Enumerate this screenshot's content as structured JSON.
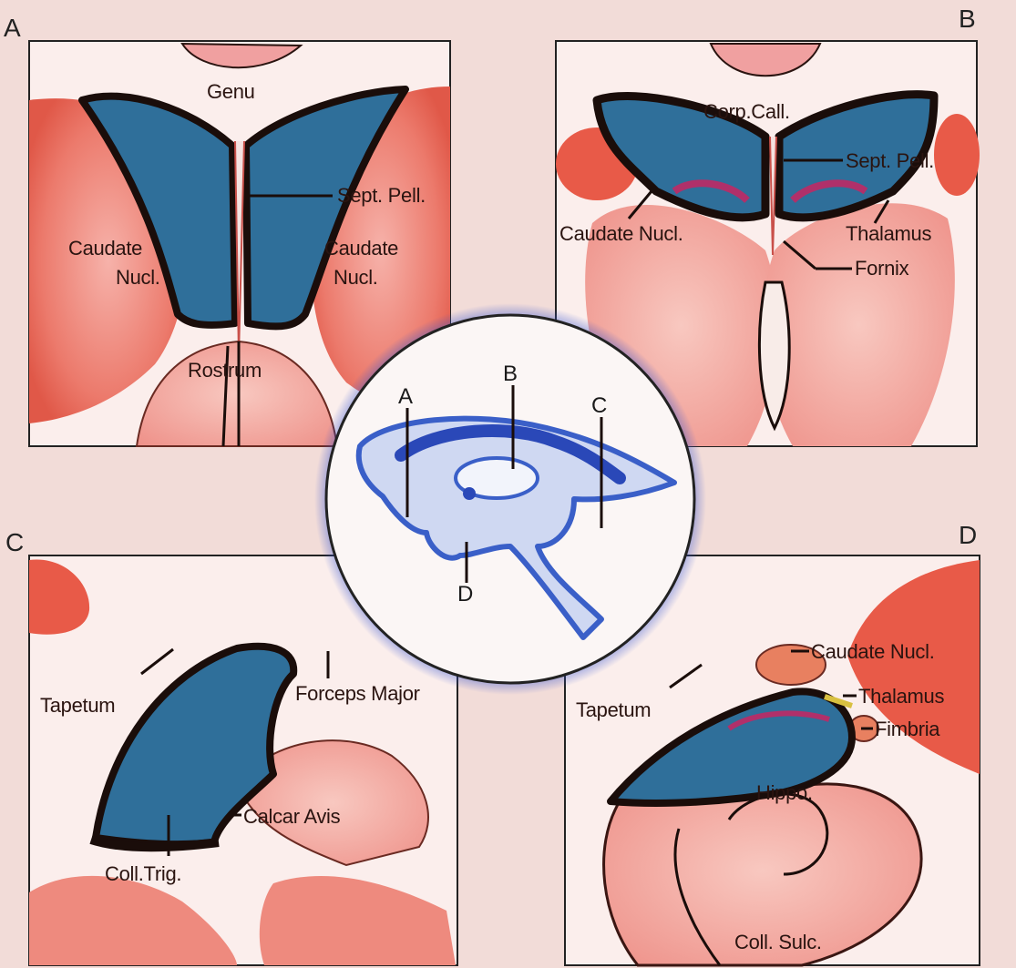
{
  "panels": {
    "a": {
      "letter": "A",
      "labels": {
        "genu": "Genu",
        "sept_pell": "Sept. Pell.",
        "caudate_left": [
          "Caudate",
          "Nucl."
        ],
        "caudate_right": [
          "Caudate",
          "Nucl."
        ],
        "rostrum": "Rostrum"
      }
    },
    "b": {
      "letter": "B",
      "labels": {
        "corp_call": "Corp.Call.",
        "sept_pell": "Sept. Pell.",
        "caudate_nucl": "Caudate Nucl.",
        "thalamus": "Thalamus",
        "fornix": "Fornix"
      }
    },
    "c": {
      "letter": "C",
      "labels": {
        "tapetum": "Tapetum",
        "forceps_major": "Forceps Major",
        "calcar_avis": "Calcar Avis",
        "coll_trig": "Coll.Trig."
      }
    },
    "d": {
      "letter": "D",
      "labels": {
        "caudate_nucl": "Caudate Nucl.",
        "thalamus": "Thalamus",
        "fimbria": "Fimbria",
        "tapetum": "Tapetum",
        "hippo": "Hippo.",
        "coll_sulc": "Coll. Sulc."
      }
    }
  },
  "inset": {
    "markers": [
      "A",
      "B",
      "C",
      "D"
    ]
  },
  "colors": {
    "ventricle_blue": "#2f6f9a",
    "brain_pink": "#f09a96",
    "caudate_red": "#e85a48",
    "white_matter": "#f7e8e6",
    "outline": "#1a0d0a",
    "inset_blue": "#3a5fc8",
    "background": "#f2dcd8"
  }
}
